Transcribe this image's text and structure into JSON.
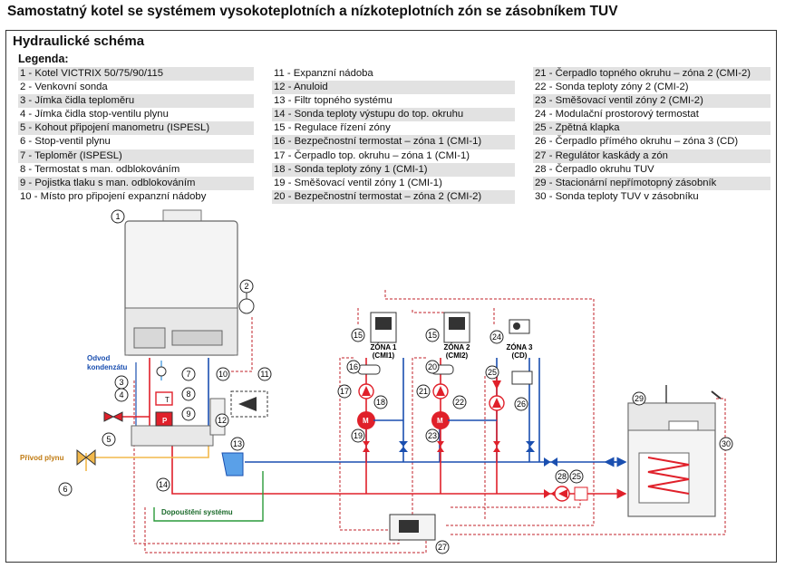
{
  "page_title": "Samostatný kotel se systémem vysokoteplotních a nízkoteplotních zón se zásobníkem TUV",
  "scheme_title": "Hydraulické schéma",
  "legend_title": "Legenda:",
  "legend_col1": [
    "1 - Kotel VICTRIX 50/75/90/115",
    "2 - Venkovní sonda",
    "3 - Jímka čidla teploměru",
    "4 - Jímka čidla stop-ventilu plynu",
    "5 - Kohout připojení manometru (ISPESL)",
    "6 - Stop-ventil plynu",
    "7 - Teploměr (ISPESL)",
    "8 - Termostat s man. odblokováním",
    "9 - Pojistka tlaku s man. odblokováním",
    "10 - Místo pro připojení expanzní nádoby"
  ],
  "legend_col2": [
    "11 - Expanzní nádoba",
    "12 - Anuloid",
    "13 - Filtr topného systému",
    "14 - Sonda teploty výstupu do top. okruhu",
    "15 - Regulace řízení zóny",
    "16 - Bezpečnostní termostat – zóna 1 (CMI-1)",
    "17 - Čerpadlo top. okruhu – zóna 1 (CMI-1)",
    "18 - Sonda teploty zóny 1 (CMI-1)",
    "19 - Směšovací ventil zóny 1 (CMI-1)",
    "20 - Bezpečnostní termostat – zóna 2 (CMI-2)"
  ],
  "legend_col3": [
    "21 - Čerpadlo topného okruhu – zóna 2 (CMI-2)",
    "22 - Sonda teploty zóny 2 (CMI-2)",
    "23 - Směšovací ventil zóny 2 (CMI-2)",
    "24 - Modulační prostorový termostat",
    "25 - Zpětná klapka",
    "26 - Čerpadlo přímého okruhu – zóna 3 (CD)",
    "27 - Regulátor kaskády a zón",
    "28 - Čerpadlo okruhu TUV",
    "29 - Stacionární nepřímotopný zásobník",
    "30 - Sonda teploty TUV v zásobníku"
  ],
  "labels": {
    "odvod": "Odvod",
    "kondenzatu": "kondenzátu",
    "privod_plynu": "Přívod plynu",
    "dopousteni": "Dopouštění systému",
    "zona1": "ZÓNA 1",
    "zona1_sub": "(CMI1)",
    "zona2": "ZÓNA 2",
    "zona2_sub": "(CMI2)",
    "zona3": "ZÓNA 3",
    "zona3_sub": "(CD)",
    "T": "T",
    "P": "P",
    "M": "M"
  },
  "callouts": [
    "1",
    "2",
    "3",
    "4",
    "5",
    "6",
    "7",
    "8",
    "9",
    "10",
    "11",
    "12",
    "13",
    "14",
    "15",
    "15",
    "16",
    "17",
    "18",
    "19",
    "20",
    "21",
    "22",
    "23",
    "24",
    "25",
    "25",
    "26",
    "27",
    "28",
    "29",
    "30"
  ],
  "colors": {
    "flow": "#e0202a",
    "return": "#1a4fb0",
    "gas": "#f2b84b",
    "fill": "#2a9a3a",
    "wiring": "#c0202a",
    "condensate": "#4fa0e0"
  }
}
